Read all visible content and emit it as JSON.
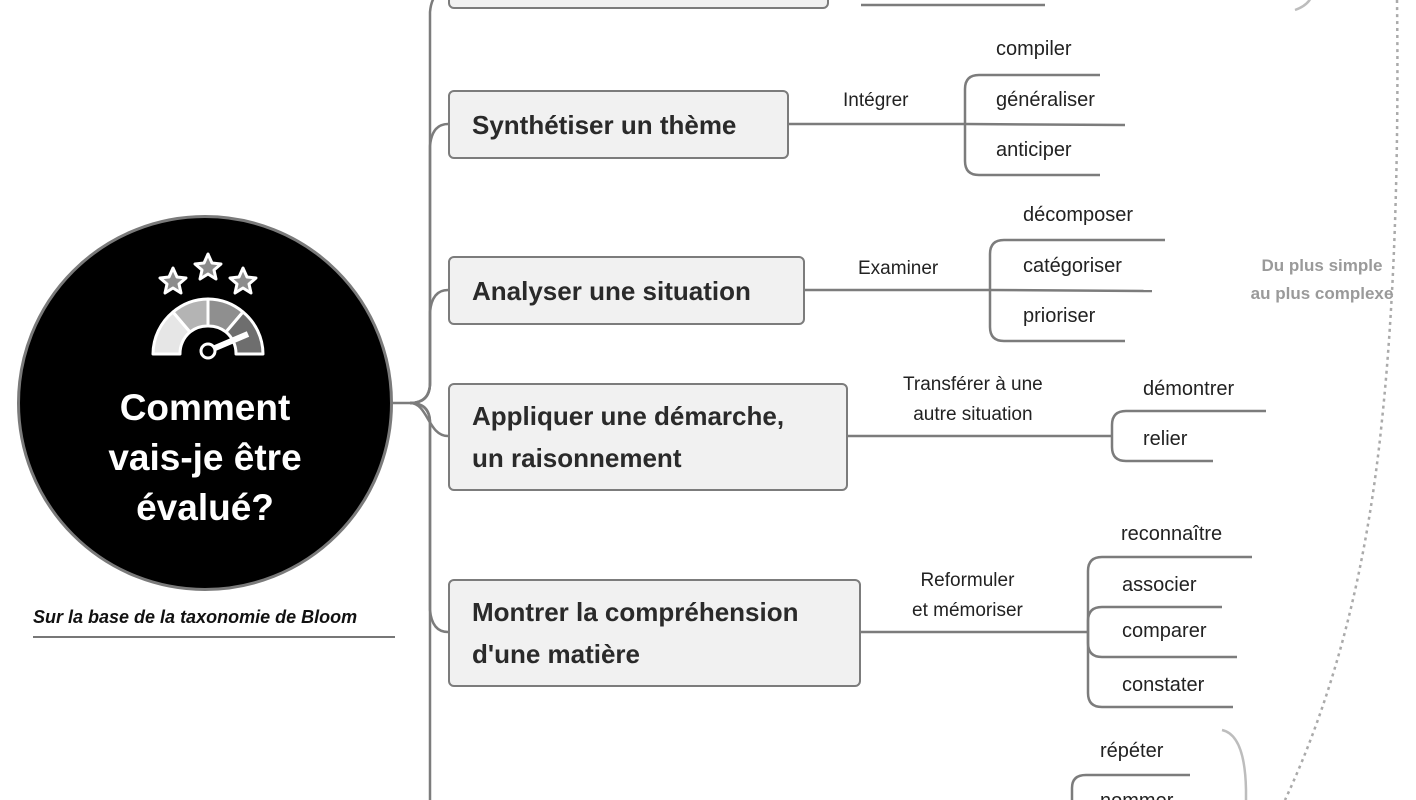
{
  "center": {
    "title": "Comment\nvais-je être\névalué?",
    "icon": "gauge-stars-icon"
  },
  "caption": "Sur la base de la taxonomie de Bloom",
  "note": "Du plus simple\nau plus complexe",
  "branches": [
    {
      "label": "Synthétiser un thème",
      "relation": "Intégrer",
      "leaves": [
        "compiler",
        "généraliser",
        "anticiper"
      ]
    },
    {
      "label": "Analyser une situation",
      "relation": "Examiner",
      "leaves": [
        "décomposer",
        "catégoriser",
        "prioriser"
      ]
    },
    {
      "label": "Appliquer une démarche,\nun raisonnement",
      "relation": "Transférer à une\nautre situation",
      "leaves": [
        "démontrer",
        "relier"
      ]
    },
    {
      "label": "Montrer la compréhension\nd'une matière",
      "relation": "Reformuler\n et mémoriser",
      "leaves": [
        "reconnaître",
        "associer",
        "comparer",
        "constater"
      ]
    }
  ],
  "bottom_leaves": [
    "répéter",
    "nommer"
  ]
}
